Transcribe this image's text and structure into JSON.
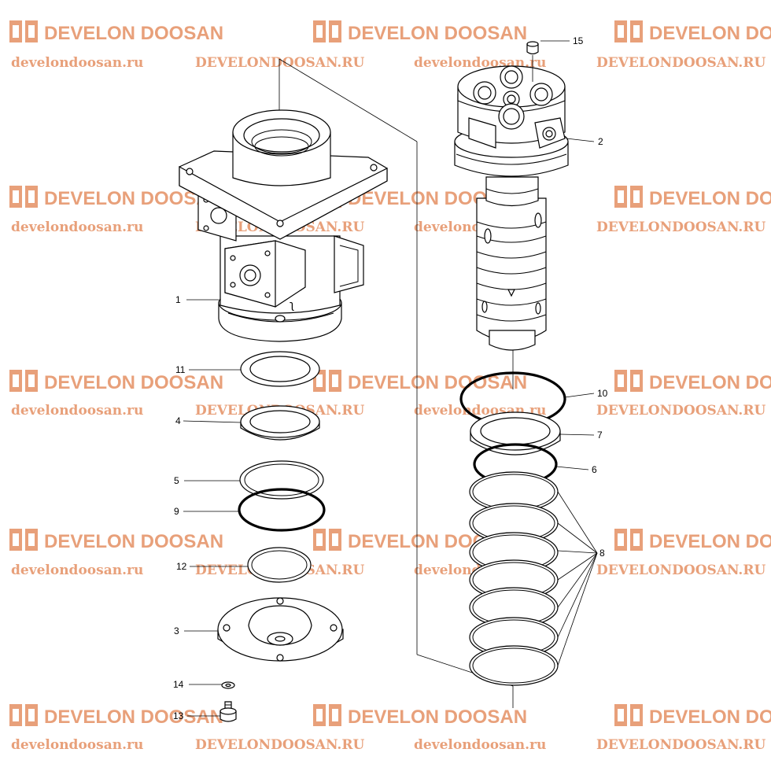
{
  "watermark": {
    "logo_text": "DEVELON DOOSAN",
    "url_lower": "develondoosan.ru",
    "url_upper": "DEVELONDOOSAN.RU",
    "color": "#e8a07a"
  },
  "callouts": {
    "p1": "1",
    "p2": "2",
    "p3": "3",
    "p4": "4",
    "p5": "5",
    "p6": "6",
    "p7": "7",
    "p8": "8",
    "p9": "9",
    "p10": "10",
    "p11": "11",
    "p12": "12",
    "p13": "13",
    "p14": "14",
    "p15": "15"
  }
}
